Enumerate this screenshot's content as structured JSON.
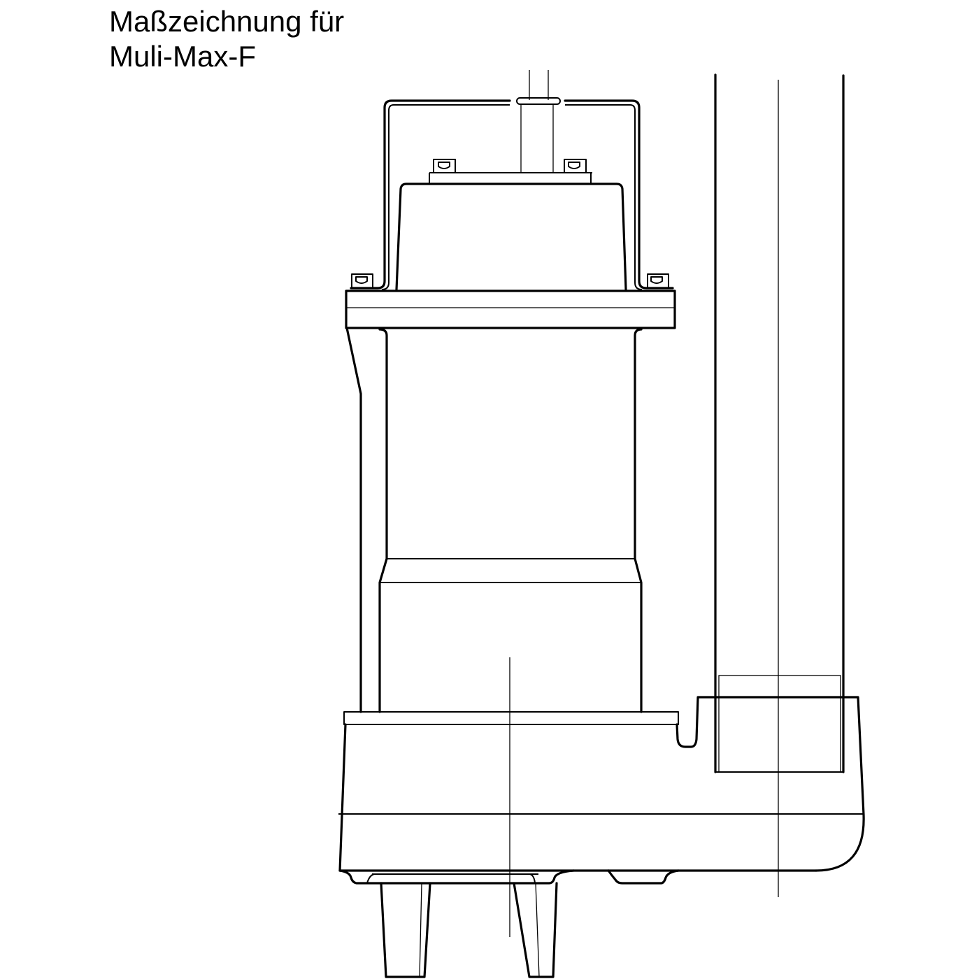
{
  "title": {
    "line1": "Maßzeichnung für",
    "line2": "Muli-Max-F"
  },
  "drawing": {
    "subject": "submersible pump dimensional drawing",
    "stroke_color": "#000000",
    "background": "#ffffff"
  }
}
